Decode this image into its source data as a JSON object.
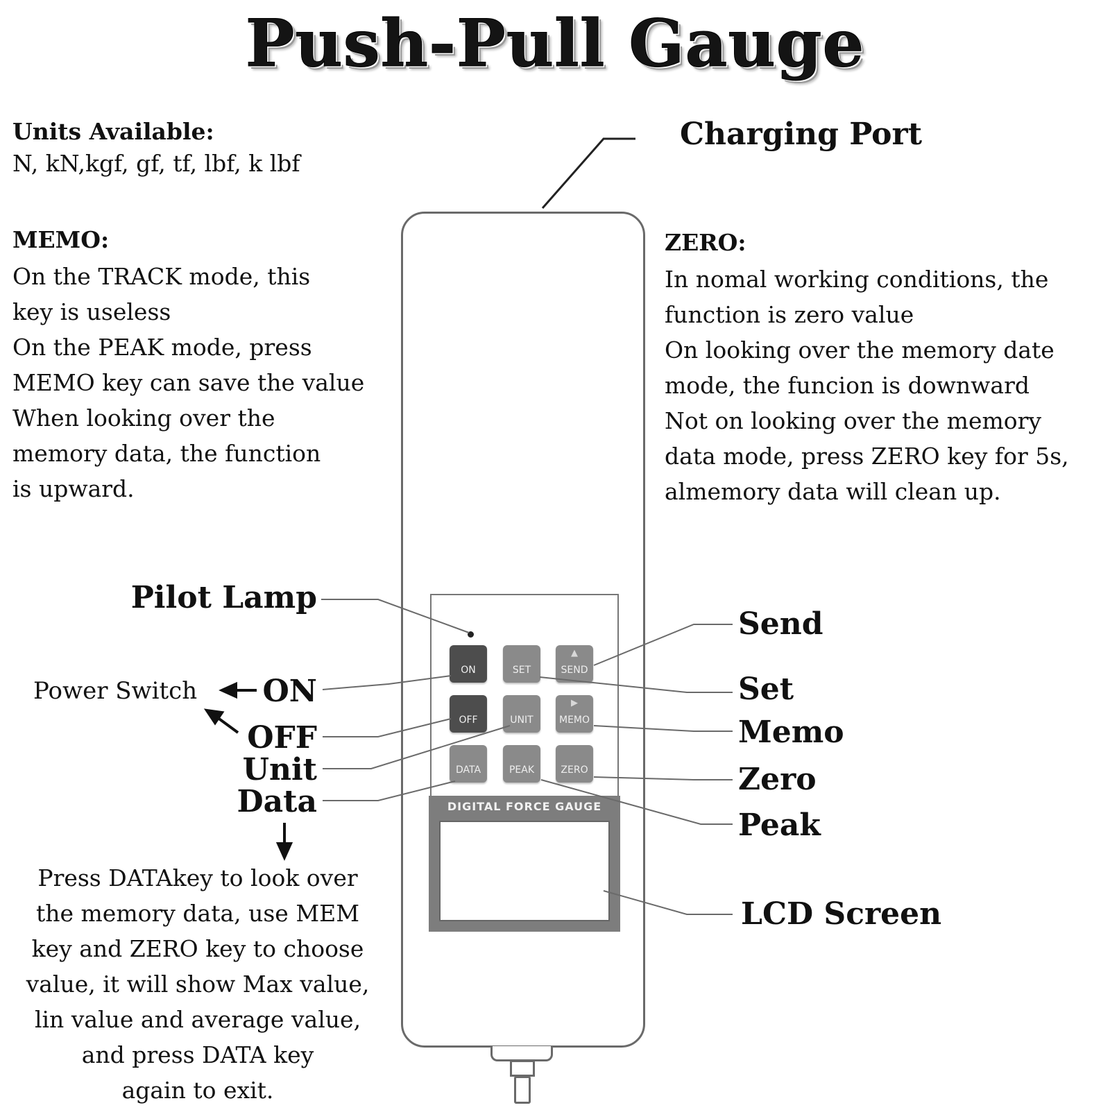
{
  "title": "Push-Pull Gauge",
  "units": {
    "heading": "Units Available:",
    "text": "N, kN,kgf, gf, tf, lbf, k lbf"
  },
  "memo": {
    "heading": "MEMO:",
    "lines": [
      "On the TRACK mode, this",
      "key is useless",
      "On the PEAK mode, press",
      "MEMO key can save the value",
      "When looking over the",
      "memory data,  the function",
      "is upward."
    ]
  },
  "zero": {
    "heading": "ZERO:",
    "lines": [
      "In nomal working conditions, the",
      "function is zero value",
      "On looking over the memory date",
      "mode, the funcion is downward",
      "Not on looking over the memory",
      "data mode, press ZERO key for 5s,",
      "almemory data will clean up."
    ]
  },
  "callouts": {
    "charging_port": "Charging Port",
    "pilot_lamp": "Pilot Lamp",
    "power_switch": "Power Switch",
    "on": "ON",
    "off": "OFF",
    "unit": "Unit",
    "data": "Data",
    "send": "Send",
    "set": "Set",
    "memo": "Memo",
    "zero": "Zero",
    "peak": "Peak",
    "lcd_screen": "LCD Screen"
  },
  "device": {
    "keys": {
      "on": "ON",
      "set": "SET",
      "send": "SEND",
      "off": "OFF",
      "unit": "UNIT",
      "memo": "MEMO",
      "data": "DATA",
      "peak": "PEAK",
      "zero": "ZERO"
    },
    "lcd_label": "DIGITAL FORCE GAUGE"
  },
  "data_note": {
    "lines": [
      "Press DATAkey to look over",
      "the memory data, use MEM",
      "key and ZERO key to choose",
      "value, it will show Max value,",
      "lin value and average value,",
      "and press DATA key",
      "again to exit."
    ]
  },
  "colors": {
    "key_dark": "#4d4d4d",
    "key_mid": "#8a8a8a",
    "outline": "#6a6a6a"
  }
}
